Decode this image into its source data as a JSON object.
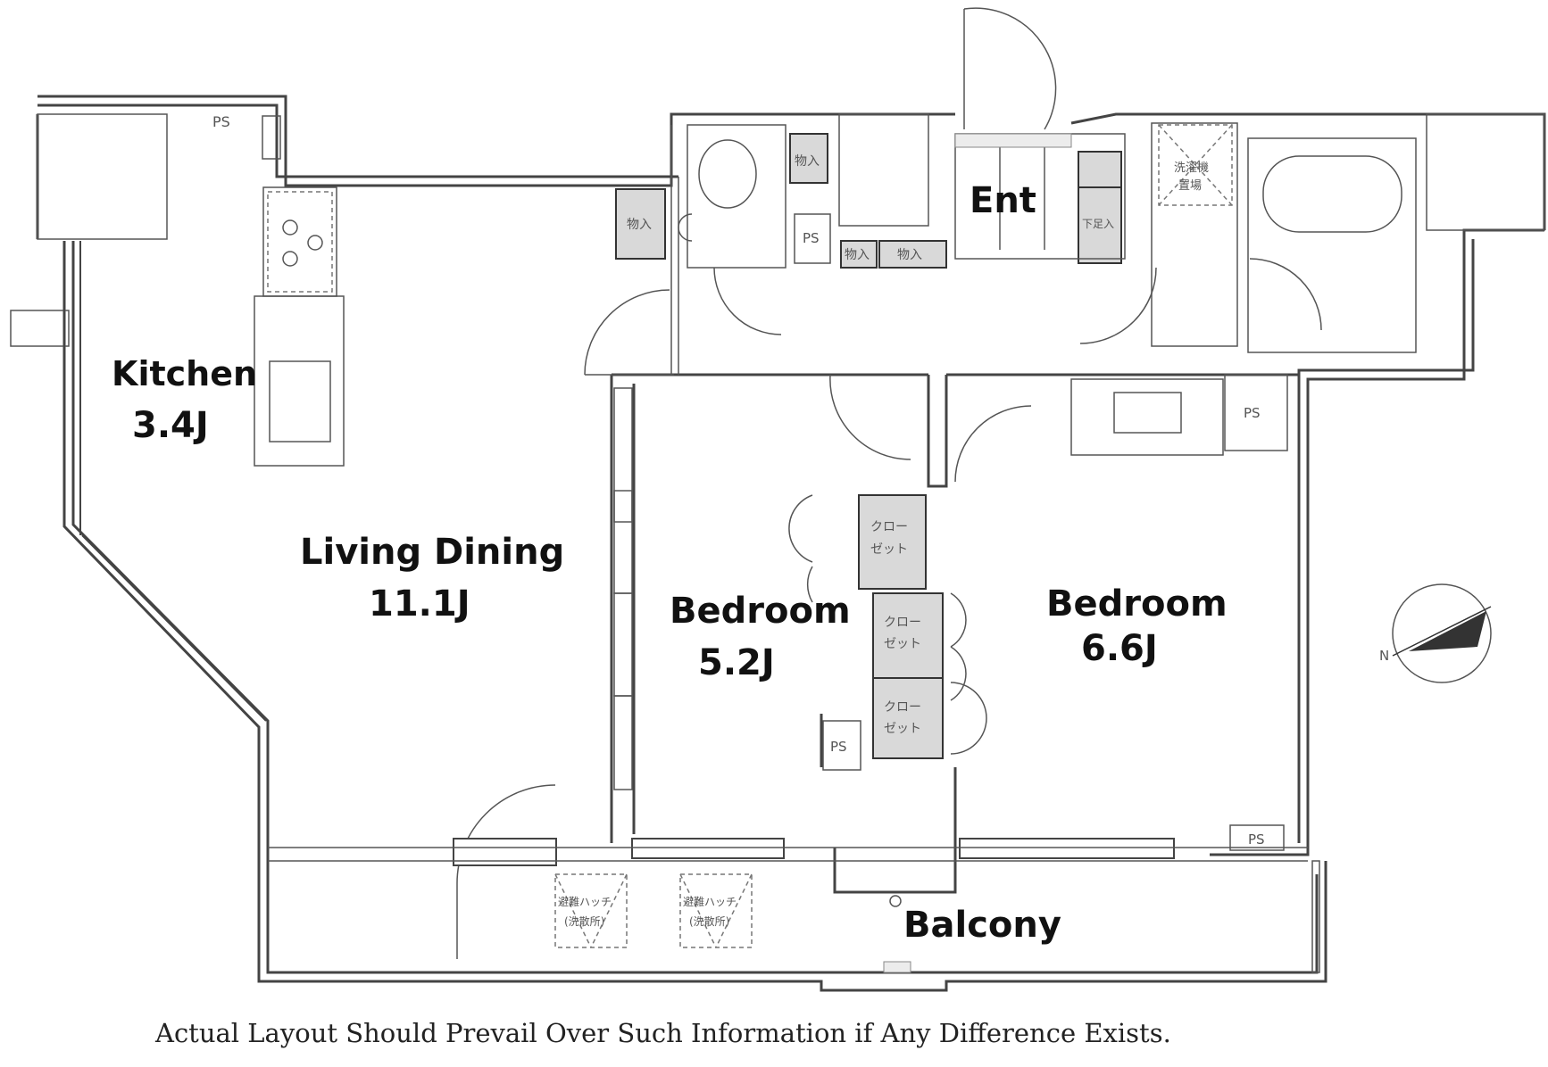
{
  "rooms": {
    "kitchen": {
      "name": "Kitchen",
      "size": "3.4J"
    },
    "living": {
      "name": "Living Dining",
      "size": "11.1J"
    },
    "bedroom1": {
      "name": "Bedroom",
      "size": "5.2J"
    },
    "bedroom2": {
      "name": "Bedroom",
      "size": "6.6J"
    },
    "entrance": {
      "name": "Ent"
    },
    "balcony": {
      "name": "Balcony"
    }
  },
  "labels": {
    "ps": "PS",
    "storage": "物入",
    "shoe_storage": "下足入",
    "closet_top": "クロー",
    "closet_bottom": "ゼット",
    "laundry_top": "洗濯機",
    "laundry_bottom": "置場",
    "hatch_top": "避難ハッチ",
    "hatch_bottom": "(洗散所)"
  },
  "compass": {
    "north_label": "N"
  },
  "footer": {
    "disclaimer": "Actual Layout Should Prevail Over Such Information if Any Difference Exists."
  }
}
